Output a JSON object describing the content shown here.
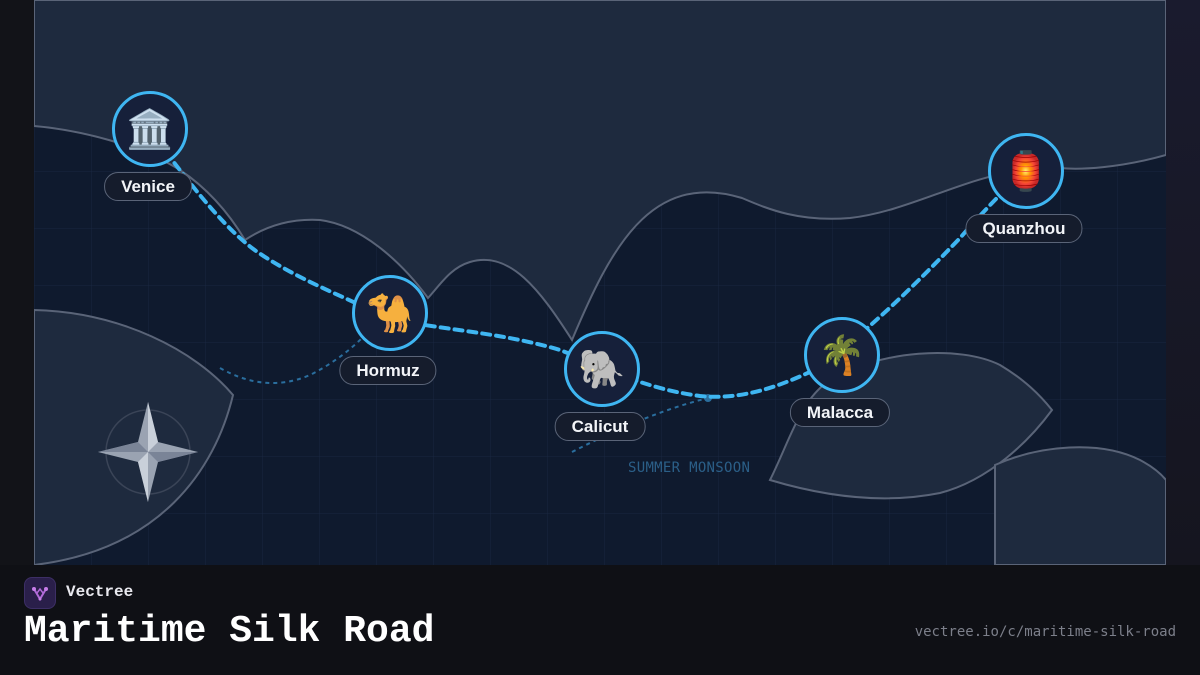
{
  "map": {
    "annotation": "SUMMER MONSOON",
    "colors": {
      "ocean": "#0f1a2e",
      "land": "#1e2a3e",
      "coast": "#5a6478",
      "route": "#3fb6f2",
      "monsoon": "#2a6e9e"
    },
    "stops": [
      {
        "name": "Venice",
        "icon": "classical-building",
        "glyph": "🏛️"
      },
      {
        "name": "Hormuz",
        "icon": "camel",
        "glyph": "🐪"
      },
      {
        "name": "Calicut",
        "icon": "elephant",
        "glyph": "🐘"
      },
      {
        "name": "Malacca",
        "icon": "palm-tree",
        "glyph": "🌴"
      },
      {
        "name": "Quanzhou",
        "icon": "red-lantern",
        "glyph": "🏮"
      }
    ],
    "compass_icon": "compass-rose-icon"
  },
  "footer": {
    "brand": "Vectree",
    "title": "Maritime Silk Road",
    "url": "vectree.io/c/maritime-silk-road"
  }
}
